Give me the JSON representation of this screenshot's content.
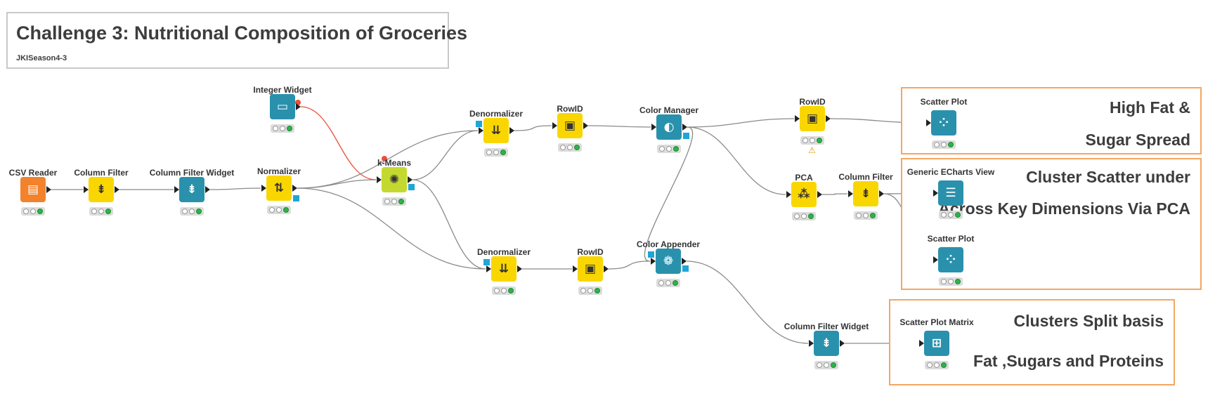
{
  "workflow": {
    "title": "Challenge 3: Nutritional Composition of Groceries",
    "subtitle": "JKISeason4-3"
  },
  "annotations": [
    {
      "id": "high-fat",
      "lines": [
        "High Fat &",
        "Sugar Spread"
      ]
    },
    {
      "id": "cluster-scatter",
      "lines": [
        "Cluster Scatter under",
        "Across Key Dimensions Via PCA"
      ]
    },
    {
      "id": "clusters-split",
      "lines": [
        "Clusters Split basis",
        "Fat ,Sugars and Proteins"
      ]
    }
  ],
  "nodes": [
    {
      "id": "csv-reader",
      "label": "CSV Reader",
      "color": "#f2822b",
      "icon": "table-icon",
      "glyph": "▤"
    },
    {
      "id": "column-filter-1",
      "label": "Column Filter",
      "color": "#fad600",
      "icon": "column-filter-icon",
      "glyph": "⇟"
    },
    {
      "id": "column-filter-widget-1",
      "label": "Column Filter Widget",
      "color": "#2a91ad",
      "icon": "column-filter-icon",
      "glyph": "⇟"
    },
    {
      "id": "normalizer",
      "label": "Normalizer",
      "color": "#fad600",
      "icon": "normalizer-icon",
      "glyph": "⇅"
    },
    {
      "id": "integer-widget",
      "label": "Integer Widget",
      "color": "#2a91ad",
      "icon": "integer-input-icon",
      "glyph": "▭"
    },
    {
      "id": "k-means",
      "label": "k-Means",
      "color": "#c4d92f",
      "icon": "cluster-icon",
      "glyph": "✺"
    },
    {
      "id": "denormalizer-1",
      "label": "Denormalizer",
      "color": "#fad600",
      "icon": "denormalizer-icon",
      "glyph": "⇊"
    },
    {
      "id": "rowid-1",
      "label": "RowID",
      "color": "#fad600",
      "icon": "rowid-icon",
      "glyph": "▣"
    },
    {
      "id": "color-manager",
      "label": "Color Manager",
      "color": "#2a91ad",
      "icon": "color-drop-icon",
      "glyph": "◐"
    },
    {
      "id": "rowid-2",
      "label": "RowID",
      "color": "#fad600",
      "icon": "rowid-icon",
      "glyph": "▣"
    },
    {
      "id": "scatter-plot-1",
      "label": "Scatter Plot",
      "color": "#2a91ad",
      "icon": "scatter-icon",
      "glyph": "⁘"
    },
    {
      "id": "pca",
      "label": "PCA",
      "color": "#fad600",
      "icon": "pca-icon",
      "glyph": "⁂"
    },
    {
      "id": "column-filter-2",
      "label": "Column Filter",
      "color": "#fad600",
      "icon": "column-filter-icon",
      "glyph": "⇟"
    },
    {
      "id": "echarts-view",
      "label": "Generic ECharts View",
      "color": "#2a91ad",
      "icon": "chart-view-icon",
      "glyph": "☰"
    },
    {
      "id": "scatter-plot-2",
      "label": "Scatter Plot",
      "color": "#2a91ad",
      "icon": "scatter-icon",
      "glyph": "⁘"
    },
    {
      "id": "denormalizer-2",
      "label": "Denormalizer",
      "color": "#fad600",
      "icon": "denormalizer-icon",
      "glyph": "⇊"
    },
    {
      "id": "rowid-3",
      "label": "RowID",
      "color": "#fad600",
      "icon": "rowid-icon",
      "glyph": "▣"
    },
    {
      "id": "color-appender",
      "label": "Color Appender",
      "color": "#2a91ad",
      "icon": "color-palette-icon",
      "glyph": "❁"
    },
    {
      "id": "column-filter-widget-2",
      "label": "Column Filter Widget",
      "color": "#2a91ad",
      "icon": "column-filter-icon",
      "glyph": "⇟"
    },
    {
      "id": "scatter-matrix",
      "label": "Scatter Plot Matrix",
      "color": "#2a91ad",
      "icon": "scatter-matrix-icon",
      "glyph": "⊞"
    }
  ],
  "connections": [
    [
      "csv-reader",
      "column-filter-1"
    ],
    [
      "column-filter-1",
      "column-filter-widget-1"
    ],
    [
      "column-filter-widget-1",
      "normalizer"
    ],
    [
      "normalizer",
      "k-means"
    ],
    [
      "integer-widget",
      "k-means"
    ],
    [
      "normalizer",
      "denormalizer-1"
    ],
    [
      "normalizer",
      "denormalizer-2"
    ],
    [
      "k-means",
      "denormalizer-1"
    ],
    [
      "k-means",
      "denormalizer-2"
    ],
    [
      "denormalizer-1",
      "rowid-1"
    ],
    [
      "rowid-1",
      "color-manager"
    ],
    [
      "color-manager",
      "rowid-2"
    ],
    [
      "color-manager",
      "pca"
    ],
    [
      "color-manager",
      "color-appender"
    ],
    [
      "rowid-2",
      "scatter-plot-1"
    ],
    [
      "pca",
      "column-filter-2"
    ],
    [
      "column-filter-2",
      "echarts-view"
    ],
    [
      "column-filter-2",
      "scatter-plot-2"
    ],
    [
      "denormalizer-2",
      "rowid-3"
    ],
    [
      "rowid-3",
      "color-appender"
    ],
    [
      "color-appender",
      "column-filter-widget-2"
    ],
    [
      "column-filter-widget-2",
      "scatter-matrix"
    ]
  ]
}
